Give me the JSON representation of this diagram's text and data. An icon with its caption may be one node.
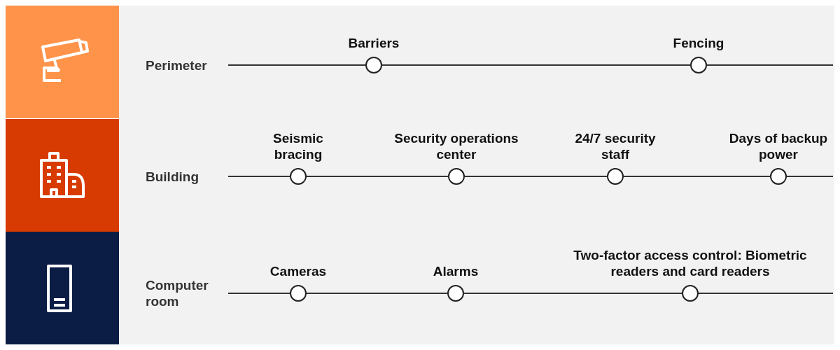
{
  "diagram": {
    "nodes": [
      {
        "text": [
          "Perimeter"
        ]
      },
      {
        "text": [
          "Barriers"
        ]
      },
      {
        "text": [
          "Fencing"
        ]
      },
      {
        "text": [
          "Building"
        ]
      },
      {
        "text": [
          "Seismic bracing"
        ]
      },
      {
        "text": [
          "Security operations center"
        ]
      },
      {
        "text": [
          "24/7 security staff"
        ]
      },
      {
        "text": [
          "Days of backup power"
        ]
      },
      {
        "text": [
          "Computer room"
        ]
      },
      {
        "text": [
          "Cameras"
        ]
      },
      {
        "text": [
          "Alarms"
        ]
      },
      {
        "text": [
          "Two-factor access control: Biometric readers and card readers"
        ]
      }
    ],
    "edges": [
      {
        "from": 0,
        "to": 1,
        "arrow": "none"
      },
      {
        "from": 1,
        "to": 2,
        "arrow": "none"
      },
      {
        "from": 2,
        "to": null,
        "arrow": "none"
      },
      {
        "from": 3,
        "to": 4,
        "arrow": "none"
      },
      {
        "from": 4,
        "to": 5,
        "arrow": "none"
      },
      {
        "from": 5,
        "to": 6,
        "arrow": "none"
      },
      {
        "from": 6,
        "to": 7,
        "arrow": "none"
      },
      {
        "from": 7,
        "to": null,
        "arrow": "none"
      },
      {
        "from": 8,
        "to": 9,
        "arrow": "none"
      },
      {
        "from": 9,
        "to": 10,
        "arrow": "none"
      },
      {
        "from": 10,
        "to": 11,
        "arrow": "none"
      },
      {
        "from": 11,
        "to": null,
        "arrow": "none"
      }
    ]
  }
}
